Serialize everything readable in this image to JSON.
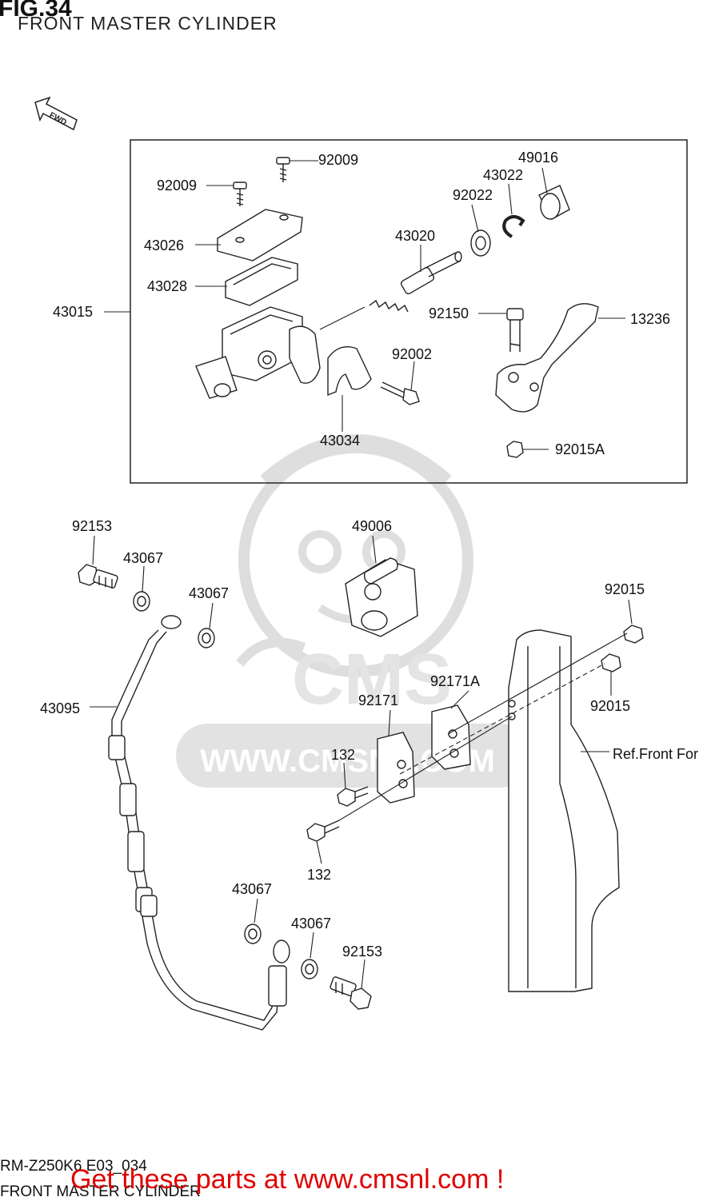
{
  "figure": {
    "number": "FIG.34",
    "title": "FRONT MASTER CYLINDER"
  },
  "direction_badge": "FWD",
  "watermark": {
    "brand": "CMS",
    "url": "WWW.CMSNL.COM"
  },
  "parts": {
    "p92009_left": "92009",
    "p92009_right": "92009",
    "p43026": "43026",
    "p43028": "43028",
    "p43015": "43015",
    "p43020": "43020",
    "p92022": "92022",
    "p43022": "43022",
    "p49016": "49016",
    "p92150": "92150",
    "p13236": "13236",
    "p92002": "92002",
    "p43034": "43034",
    "p92015A": "92015A",
    "p92153_top": "92153",
    "p43067_a": "43067",
    "p43067_b": "43067",
    "p49006": "49006",
    "p92015_top": "92015",
    "p92015_bottom": "92015",
    "p92171A": "92171A",
    "p92171": "92171",
    "p43095": "43095",
    "p132_top": "132",
    "p132_bottom": "132",
    "ref_front_fork": "Ref.Front For",
    "p43067_c": "43067",
    "p43067_d": "43067",
    "p92153_bottom": "92153"
  },
  "footer": {
    "code": "RM-Z250K6 E03_034",
    "subtitle": "FRONT MASTER CYLINDER",
    "promo": "Get these parts at www.cmsnl.com !"
  },
  "colors": {
    "line": "#222222",
    "watermark": "#d9d9d9",
    "promo": "#e10000"
  }
}
